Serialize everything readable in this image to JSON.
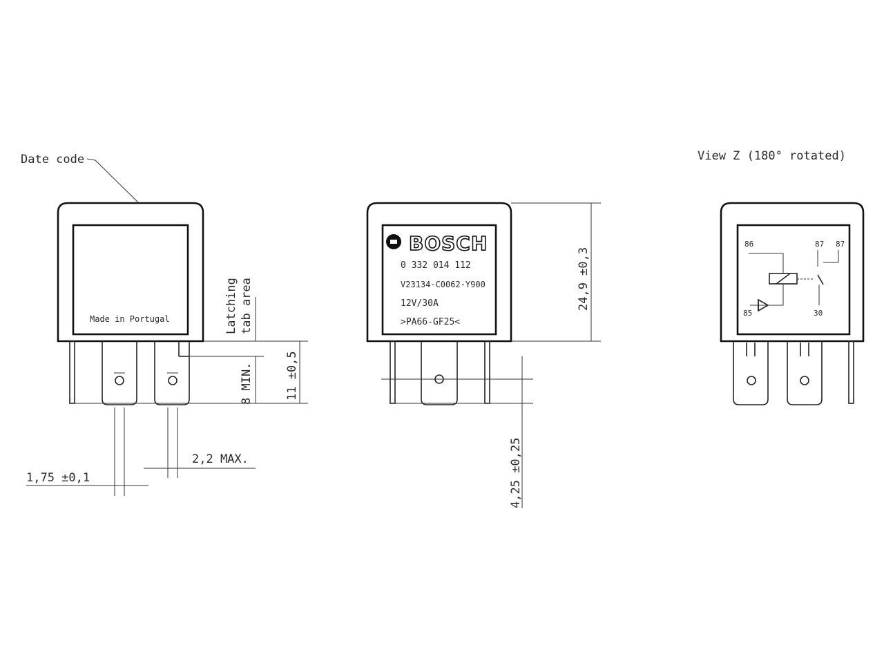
{
  "labels": {
    "date_code": "Date code",
    "view_z": "View Z (180° rotated)",
    "latching_line1": "Latching",
    "latching_line2": "tab area",
    "made_in": "Made in Portugal"
  },
  "dimensions": {
    "height": "24,9 ±0,3",
    "pin_length": "11 ±0,5",
    "min_length": "8 MIN.",
    "tab_width": "1,75 ±0,1",
    "max_thickness": "2,2 MAX.",
    "offset": "4,25 ±0,25"
  },
  "label_plate": {
    "brand": "BOSCH",
    "part_number": "0 332 014 112",
    "code": "V23134-C0062-Y900",
    "rating": "12V/30A",
    "material": ">PA66-GF25<"
  },
  "schematic": {
    "pin86": "86",
    "pin87a": "87",
    "pin87b": "87",
    "pin85": "85",
    "pin30": "30"
  }
}
